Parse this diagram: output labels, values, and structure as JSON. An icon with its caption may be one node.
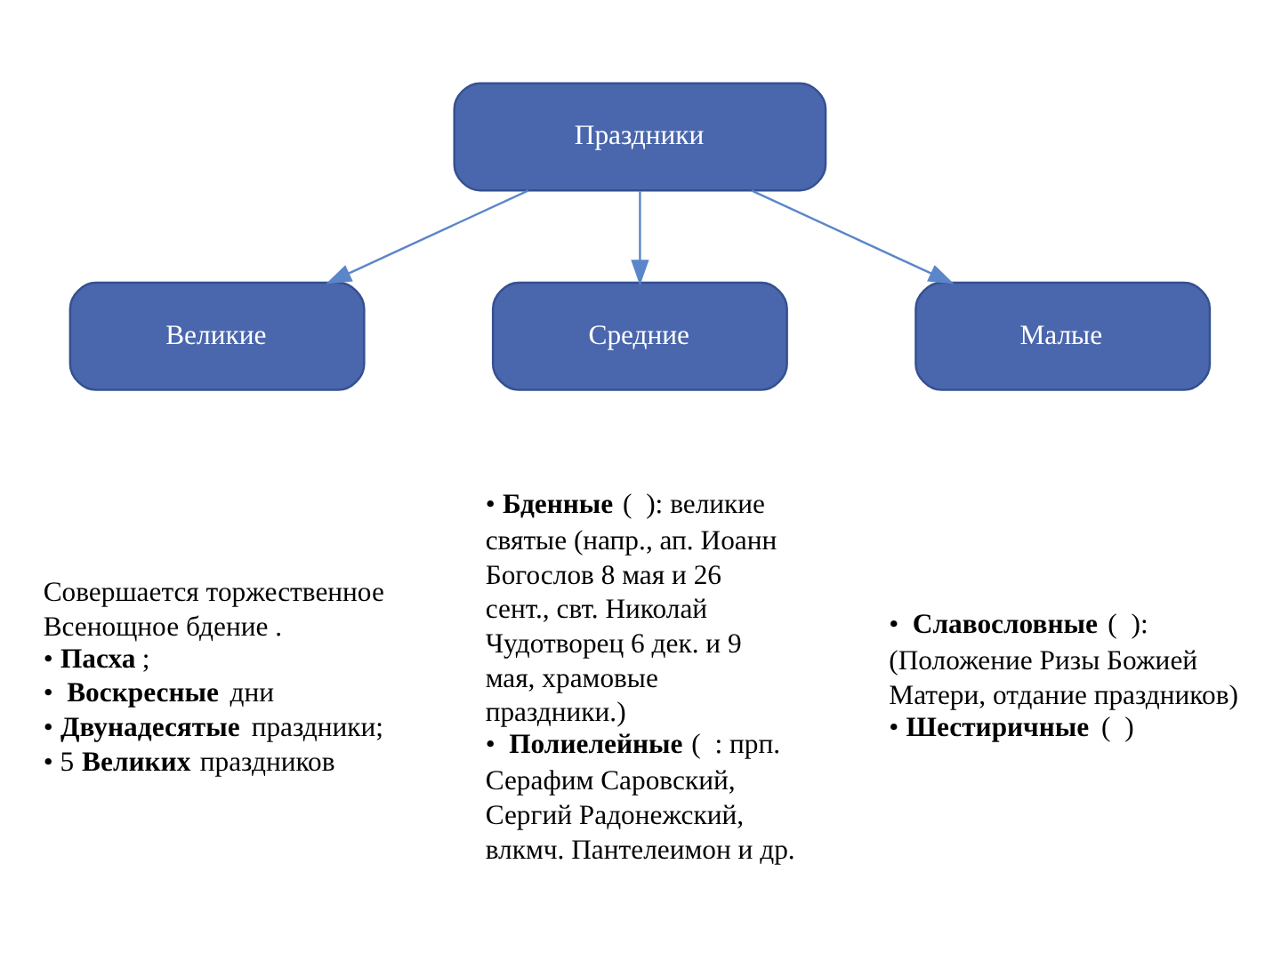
{
  "diagram": {
    "nodes": [
      {
        "text": [
          "Праздники"
        ]
      },
      {
        "text": [
          "Великие"
        ],
        "beside": [
          "Совершается торжественное Всенощное бдение .",
          "• **Пасха**;",
          "•  **Воскресные** дни",
          "• **Двунадесятые** праздники;",
          "• 5 **Великих** праздников"
        ]
      },
      {
        "text": [
          "Средние"
        ],
        "beside": [
          "• **Бденные** (  ): великие святые (напр., ап. Иоанн Богослов 8 мая и 26 сент., свт. Николай Чудотворец 6 дек. и 9 мая, храмовые праздники.)",
          "•  **Полиелейные** (  : прп. Серафим Саровский, Сергий Радонежский, влкмч. Пантелеимон и др."
        ]
      },
      {
        "text": [
          "Малые"
        ],
        "beside": [
          "•  **Славословные** (  ): (Положение Ризы Божией Матери, отдание праздников)",
          "• **Шестиричные** (  )"
        ]
      }
    ],
    "edges": [
      {
        "from": 0,
        "to": 1,
        "arrow": "to"
      },
      {
        "from": 0,
        "to": 2,
        "arrow": "to"
      },
      {
        "from": 0,
        "to": 3,
        "arrow": "to"
      }
    ]
  }
}
